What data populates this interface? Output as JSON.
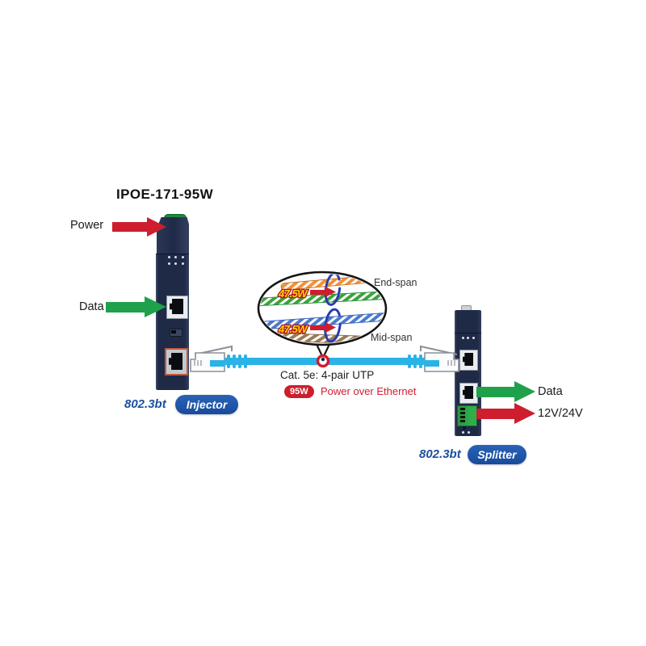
{
  "diagram": {
    "title": "IPOE-171-95W",
    "injector": {
      "power_label": "Power",
      "data_label": "Data",
      "standard": "802.3bt",
      "role": "Injector"
    },
    "splitter": {
      "standard": "802.3bt",
      "role": "Splitter",
      "data_label": "Data",
      "power_output_label": "12V/24V"
    },
    "magnifier": {
      "end_span_label": "End-span",
      "mid_span_label": "Mid-span",
      "end_span_power": "47.5W",
      "mid_span_power": "47.5W"
    },
    "cable": {
      "spec": "Cat. 5e: 4-pair UTP",
      "power_badge": "95W",
      "power_label": "Power over Ethernet"
    },
    "colors": {
      "device_navy": "#1f2a47",
      "cable_cyan": "#2ab3e6",
      "arrow_red": "#ce1e2e",
      "arrow_green": "#1fa14b",
      "badge_blue": "#1b4fa0",
      "power_yellow": "#ffd400"
    }
  }
}
